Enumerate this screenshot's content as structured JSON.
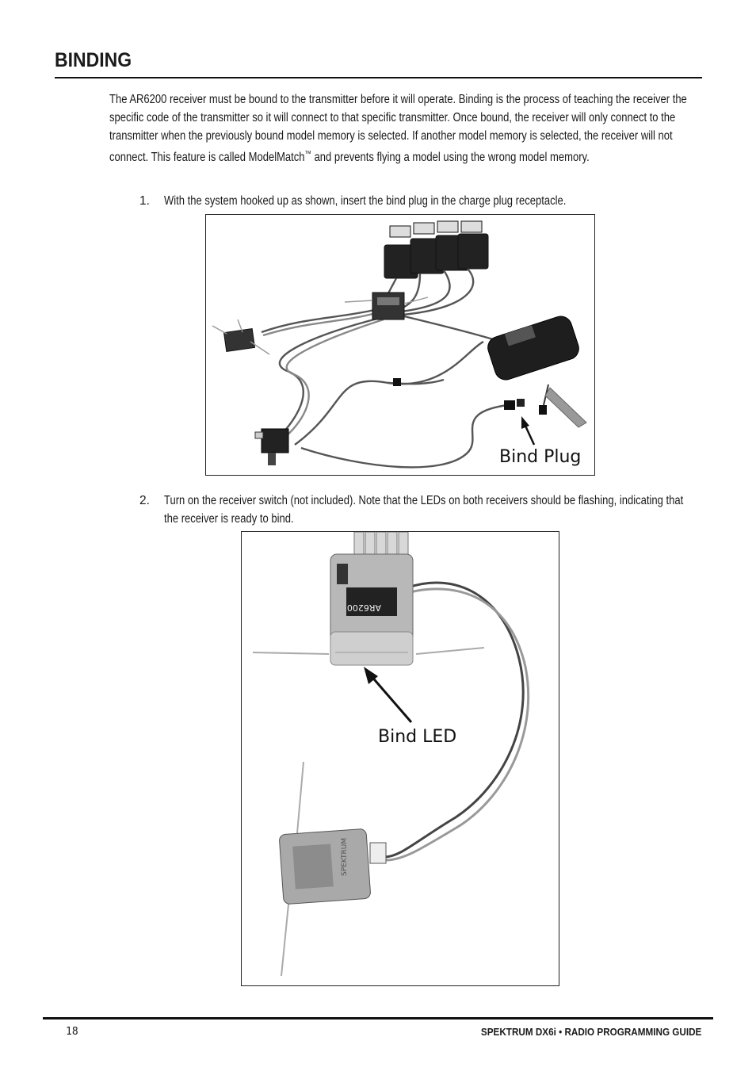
{
  "heading": "BINDING",
  "intro": {
    "text_before_tm": "The AR6200 receiver must be bound to the transmitter before it will operate. Binding is the process of teaching the receiver the specific code of the transmitter so it will connect to that specific transmitter. Once bound, the receiver will only connect to the transmitter when the previously bound model memory is selected. If another model memory is selected, the receiver will not connect. This feature is called ModelMatch",
    "tm": "™",
    "text_after_tm": " and prevents flying a model using the wrong model memory."
  },
  "steps": [
    {
      "number": "1.",
      "text": "With the system hooked up as shown, insert the bind plug in the charge plug receptacle."
    },
    {
      "number": "2.",
      "text": "Turn on the receiver switch (not included). Note that the LEDs on both receivers should be flashing, indicating that the receiver is ready to bind."
    }
  ],
  "figures": {
    "fig1": {
      "callout": "Bind Plug"
    },
    "fig2": {
      "callout": "Bind LED",
      "receiver_label": "AR6200",
      "remote_label": "SPEKTRUM"
    }
  },
  "footer": {
    "page_number": "18",
    "title": "SPEKTRUM DX6i • RADIO PROGRAMMING GUIDE"
  }
}
